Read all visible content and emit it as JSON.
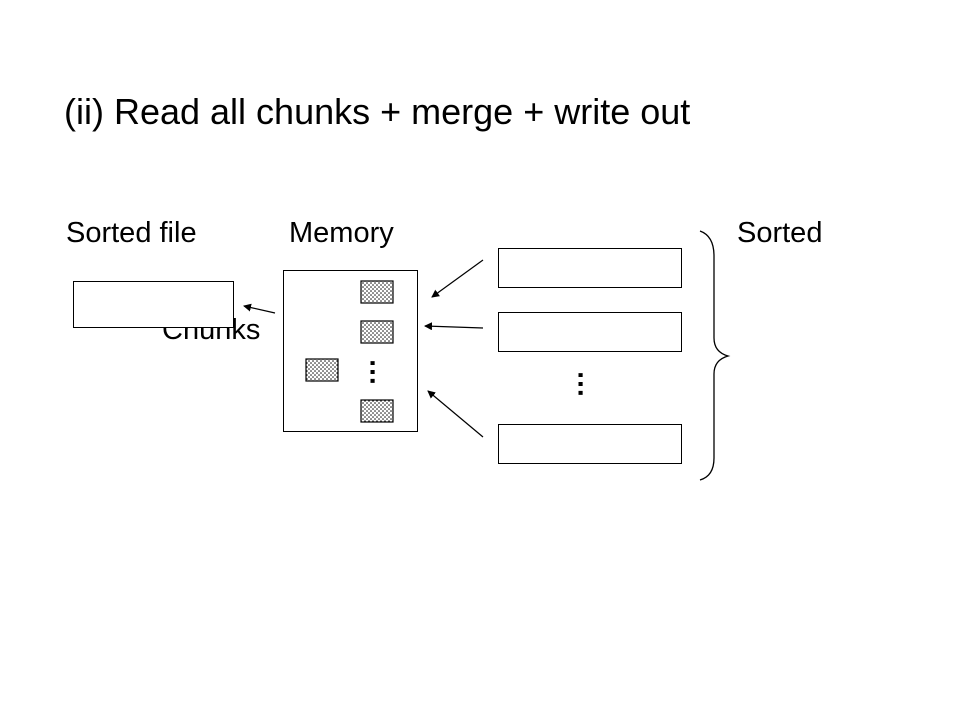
{
  "slide": {
    "title": "(ii) Read all chunks + merge + write out",
    "labels": {
      "sorted_file": "Sorted file",
      "memory": "Memory",
      "sorted": "Sorted",
      "chunks": "Chunks"
    },
    "ellipsis": "…"
  },
  "colors": {
    "background": "#ffffff",
    "stroke": "#000000",
    "buffer_fill": "dotted-pattern"
  }
}
